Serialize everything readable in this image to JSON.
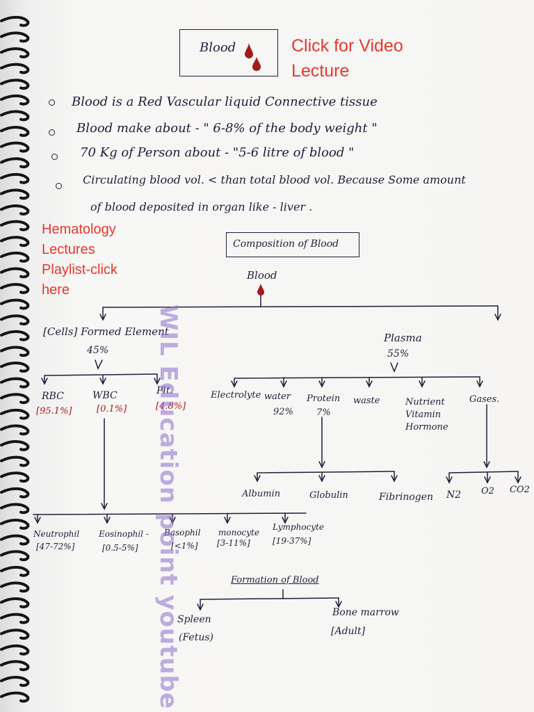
{
  "title": "Blood",
  "video_link": "Click for Video Lecture",
  "playlist_link": "Hematology Lectures Playlist-click here",
  "watermark": "WIL Education point youtube",
  "notes": [
    "Blood is a Red Vascular liquid Connective tissue",
    "Blood make about - \" 6-8% of the body weight \"",
    "70 Kg of Person about - \"5-6 litre of blood \"",
    "Circulating blood vol. < than total blood vol. Because Some amount",
    "of blood deposited in organ like - liver ."
  ],
  "composition_title": "Composition of Blood",
  "root": "Blood",
  "formed": {
    "label": "[Cells] Formed Element",
    "pct": "45%"
  },
  "plasma": {
    "label": "Plasma",
    "pct": "55%"
  },
  "cells": [
    {
      "name": "RBC",
      "pct": "[95.1%]"
    },
    {
      "name": "WBC",
      "pct": "[0.1%]"
    },
    {
      "name": "Plt.",
      "pct": "[4.8%]"
    }
  ],
  "plasma_parts": [
    {
      "name": "Electrolyte",
      "pct": ""
    },
    {
      "name": "water",
      "pct": "92%"
    },
    {
      "name": "Protein",
      "pct": "7%"
    },
    {
      "name": "waste",
      "pct": ""
    },
    {
      "name": "Nutrient Vitamin Hormone",
      "pct": ""
    },
    {
      "name": "Gases.",
      "pct": ""
    }
  ],
  "proteins": [
    "Albumin",
    "Globulin",
    "Fibrinogen"
  ],
  "gases": [
    "N2",
    "O2",
    "CO2"
  ],
  "wbc_types": [
    {
      "name": "Neutrophil",
      "pct": "[47-72%]"
    },
    {
      "name": "Eosinophil -",
      "pct": "[0.5-5%]"
    },
    {
      "name": "Basophil",
      "pct": "[<1%]"
    },
    {
      "name": "monocyte",
      "pct": "[3-11%]"
    },
    {
      "name": "Lymphocyte",
      "pct": "[19-37%]"
    }
  ],
  "formation_title": "Formation of Blood",
  "formation": [
    {
      "name": "Spleen",
      "note": "(Fetus)"
    },
    {
      "name": "Bone marrow",
      "note": "[Adult]"
    }
  ]
}
